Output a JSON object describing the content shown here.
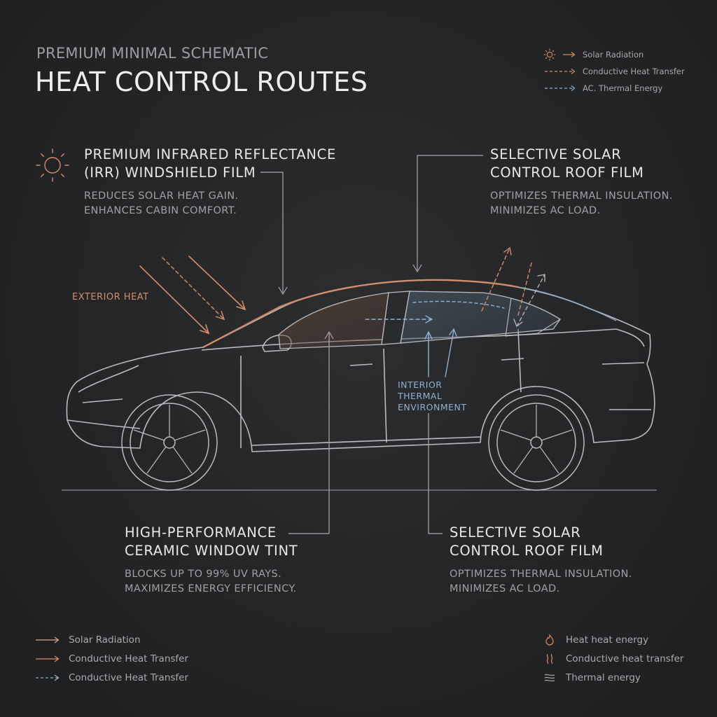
{
  "header": {
    "subtitle": "PREMIUM MINIMAL SCHEMATIC",
    "title": "HEAT CONTROL ROUTES"
  },
  "legend_top": [
    {
      "icon": "sun-icon",
      "label": "Solar Radiation"
    },
    {
      "icon": "dashed-orange-arrow-icon",
      "label": "Conductive Heat Transfer"
    },
    {
      "icon": "dashed-blue-arrow-icon",
      "label": "AC. Thermal Energy"
    }
  ],
  "callouts": {
    "windshield": {
      "heading_1": "PREMIUM INFRARED REFLECTANCE",
      "heading_2": "(IRR) WINDSHIELD FILM",
      "body_1": "REDUCES SOLAR HEAT GAIN.",
      "body_2": "ENHANCES CABIN COMFORT."
    },
    "roof_top": {
      "heading_1": "SELECTIVE SOLAR",
      "heading_2": "CONTROL ROOF FILM",
      "body_1": "OPTIMIZES THERMAL INSULATION.",
      "body_2": "MINIMIZES AC LOAD."
    },
    "ceramic": {
      "heading_1": "HIGH-PERFORMANCE",
      "heading_2": "CERAMIC WINDOW TINT",
      "body_1": "BLOCKS UP TO 99% UV RAYS.",
      "body_2": "MAXIMIZES ENERGY EFFICIENCY."
    },
    "roof_bottom": {
      "heading_1": "SELECTIVE SOLAR",
      "heading_2": "CONTROL ROOF FILM",
      "body_1": "OPTIMIZES THERMAL INSULATION.",
      "body_2": "MINIMIZES AC LOAD."
    }
  },
  "labels": {
    "exterior": "EXTERIOR HEAT",
    "interior_1": "INTERIOR",
    "interior_2": "THERMAL",
    "interior_3": "ENVIRONMENT"
  },
  "legend_bottom_left": [
    {
      "icon": "solid-arrow-icon",
      "label": "Solar Radiation"
    },
    {
      "icon": "orange-arrow-icon",
      "label": "Conductive Heat Transfer"
    },
    {
      "icon": "dashed-blue-arrow-icon",
      "label": "Conductive Heat Transfer"
    }
  ],
  "legend_bottom_right": [
    {
      "icon": "flame-icon",
      "label": "Heat heat energy"
    },
    {
      "icon": "wavy-heat-icon",
      "label": "Conductive heat transfer"
    },
    {
      "icon": "thermal-lines-icon",
      "label": "Thermal energy"
    }
  ],
  "colors": {
    "background": "#232426",
    "heat_orange": "#d68d68",
    "cool_blue": "#8fb2cc",
    "line_gray": "#b9bbbf"
  }
}
